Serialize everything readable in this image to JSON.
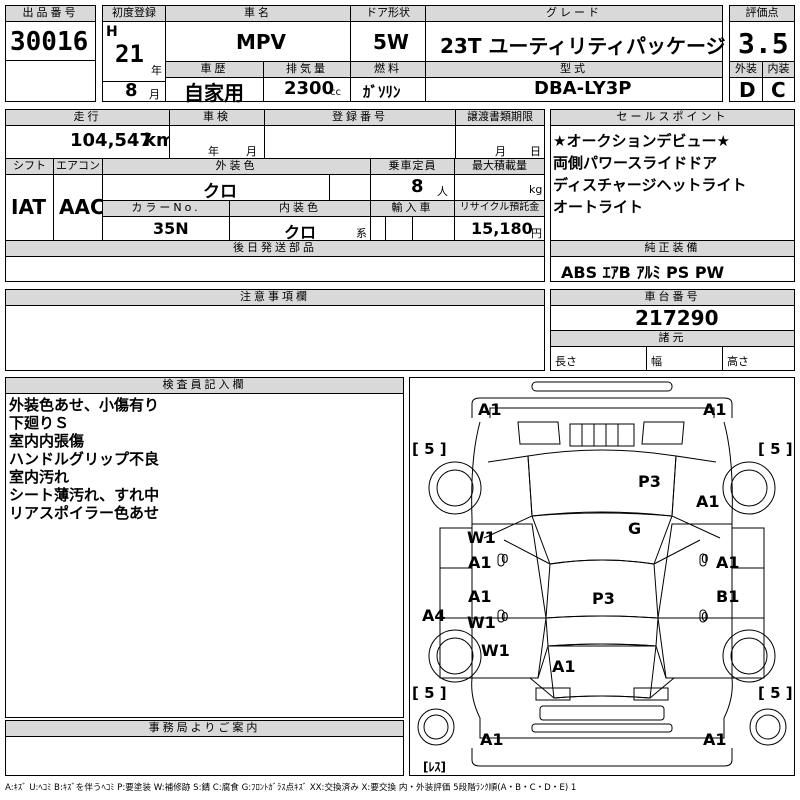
{
  "header": {
    "lot_label": "出品番号",
    "lot_value": "30016",
    "first_reg_label": "初度登録",
    "era": "H",
    "year": "21",
    "year_unit": "年",
    "month": "8",
    "month_unit": "月",
    "name_label": "車名",
    "name_value": "MPV",
    "door_label": "ドア形状",
    "door_value": "5W",
    "grade_label": "グレード",
    "grade_value": "23T ユーティリティパッケージ",
    "score_label": "評価点",
    "score_value": "3.5",
    "history_label": "車歴",
    "history_value": "自家用",
    "displacement_label": "排気量",
    "displacement_value": "2300",
    "displacement_unit": "cc",
    "fuel_label": "燃料",
    "fuel_value": "ｶﾞｿﾘﾝ",
    "model_label": "型式",
    "model_value": "DBA-LY3P",
    "ext_label": "外装",
    "ext_value": "D",
    "int_label": "内装",
    "int_value": "C"
  },
  "row2": {
    "mileage_label": "走行",
    "mileage_value": "104,547",
    "mileage_unit": "km",
    "inspection_label": "車検",
    "inspection_year_unit": "年",
    "inspection_month_unit": "月",
    "regno_label": "登録番号",
    "transfer_label": "譲渡書類期限",
    "transfer_month_unit": "月",
    "transfer_day_unit": "日",
    "shift_label": "シフト",
    "shift_value": "IAT",
    "aircon_label": "エアコン",
    "aircon_value": "AAC",
    "color_label": "外装色",
    "color_value": "クロ",
    "capacity_label": "乗車定員",
    "capacity_value": "8",
    "capacity_unit": "人",
    "load_label": "最大積載量",
    "load_unit": "kg",
    "colorno_label": "カラーNo.",
    "colorno_value": "35N",
    "intcolor_label": "内装色",
    "intcolor_value": "クロ",
    "intcolor_unit": "系",
    "import_label": "輸入車",
    "recycle_label": "リサイクル預託金",
    "recycle_value": "15,180",
    "recycle_unit": "円",
    "later_label": "後日発送部品"
  },
  "sales": {
    "label": "セールスポイント",
    "lines": [
      "★オークションデビュー★",
      "両側パワースライドドア",
      "ディスチャージヘットライト",
      "オートライト"
    ]
  },
  "equipment": {
    "label": "純正装備",
    "value": "ABS ｴｱB ｱﾙﾐ PS PW"
  },
  "notes": {
    "label": "注意事項欄"
  },
  "chassis": {
    "label": "車台番号",
    "value": "217290",
    "spec_label": "諸元",
    "length_label": "長さ",
    "width_label": "幅",
    "height_label": "高さ"
  },
  "inspector": {
    "label": "検査員記入欄",
    "lines": [
      "外装色あせ、小傷有り",
      "下廻りＳ",
      "室内内張傷",
      "ハンドルグリップ不良",
      "室内汚れ",
      "シート薄汚れ、すれ中",
      "リアスポイラー色あせ"
    ]
  },
  "office": {
    "label": "事務局よりご案内"
  },
  "diagram": {
    "marks": {
      "front_left": "A1",
      "front_right": "A1",
      "tire_fl": "[ 5 ]",
      "tire_fr": "[ 5 ]",
      "hood": "P3",
      "fender_r": "A1",
      "windshield": "G",
      "door_fl_1": "W1",
      "door_fl_2": "A1",
      "door_fl_zero": "0",
      "door_fr": "A1",
      "door_fr_zero": "0",
      "door_rl_1": "A1",
      "door_rl_2": "W1",
      "door_rl_zero": "0",
      "roof": "P3",
      "door_rr": "B1",
      "door_rr_zero": "0",
      "step_l": "A4",
      "quarter_l": "W1",
      "rear_glass": "A1",
      "tire_rl": "[ 5 ]",
      "tire_rr": "[ 5 ]",
      "rear_left": "A1",
      "rear_right": "A1",
      "spare": "[ﾚｽ]"
    }
  },
  "legend": "A:ｷｽﾞ U:ﾍｺﾐ B:ｷｽﾞを伴うﾍｺﾐ P:要塗装 W:補修跡 S:錆 C:腐食 G:ﾌﾛﾝﾄｶﾞﾗｽ点ｷｽﾞ XX:交換済み X:要交換 内・外装評価 5段階ﾗﾝｸ順(A・B・C・D・E) 1"
}
